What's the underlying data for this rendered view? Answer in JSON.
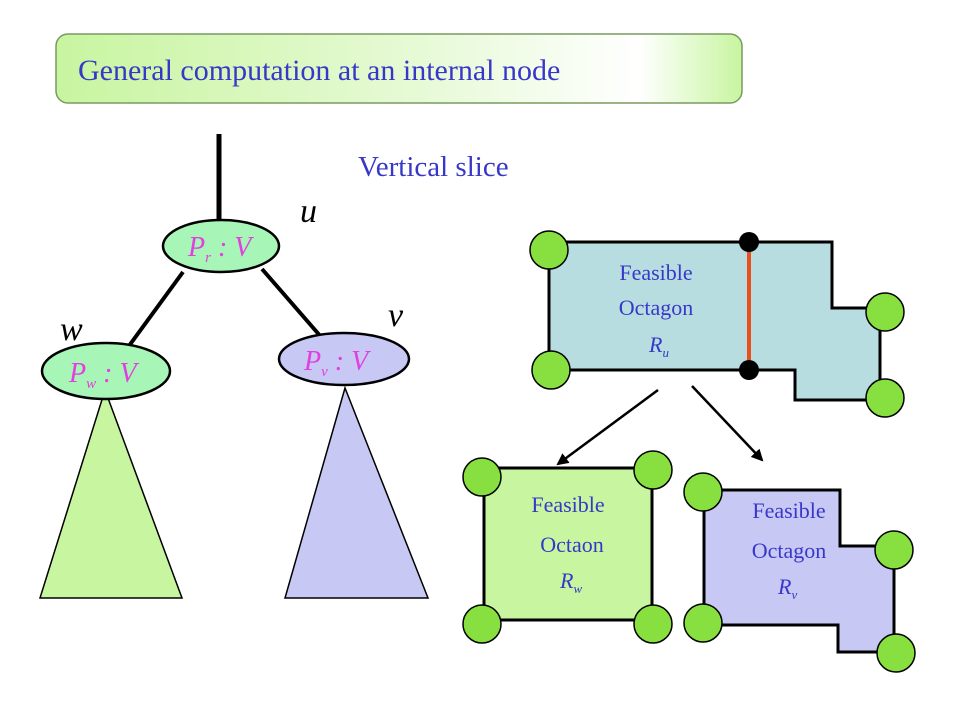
{
  "title": "General computation at an internal node",
  "vertical_slice_label": "Vertical slice",
  "tree": {
    "root_label": "u",
    "left_label": "w",
    "right_label": "v",
    "root_node": {
      "base": "P",
      "sub": "r",
      "suffix": " : V"
    },
    "left_node": {
      "base": "P",
      "sub": "w",
      "suffix": " : V"
    },
    "right_node": {
      "base": "P",
      "sub": "v",
      "suffix": " : V"
    }
  },
  "polygons": {
    "top": {
      "line1": "Feasible",
      "line2": "Octagon",
      "var_base": "R",
      "var_sub": "u"
    },
    "left": {
      "line1": "Feasible",
      "line2": "Octaon",
      "var_base": "R",
      "var_sub": "w"
    },
    "right": {
      "line1": "Feasible",
      "line2": "Octagon",
      "var_base": "R",
      "var_sub": "v"
    }
  },
  "colors": {
    "title_fill": "#c8f5a0",
    "text_blue": "#3838c8",
    "node_text": "#e040e0",
    "green_node": "#a8f5b8",
    "green_tree": "#c8f5a0",
    "purple": "#c8c8f5",
    "teal": "#b8dde0",
    "vertex_green": "#88e040",
    "slice_red": "#e85020"
  }
}
